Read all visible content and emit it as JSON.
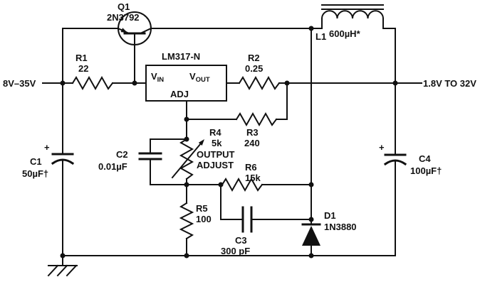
{
  "colors": {
    "ink": "#111111",
    "background": "#ffffff"
  },
  "terminals": {
    "input": "8V–35V",
    "output": "1.8V TO 32V"
  },
  "ic": {
    "name": "LM317-N",
    "pins": {
      "vin_main": "V",
      "vin_sub": "IN",
      "vout_main": "V",
      "vout_sub": "OUT",
      "adj": "ADJ"
    }
  },
  "components": {
    "q1": {
      "ref": "Q1",
      "part": "2N3792"
    },
    "r1": {
      "ref": "R1",
      "value": "22"
    },
    "r2": {
      "ref": "R2",
      "value": "0.25"
    },
    "r3": {
      "ref": "R3",
      "value": "240"
    },
    "r4": {
      "ref": "R4",
      "value": "5k",
      "function_line1": "OUTPUT",
      "function_line2": "ADJUST"
    },
    "r5": {
      "ref": "R5",
      "value": "100"
    },
    "r6": {
      "ref": "R6",
      "value": "15k"
    },
    "c1": {
      "ref": "C1",
      "value": "50µF†",
      "polarity": "+"
    },
    "c2": {
      "ref": "C2",
      "value": "0.01µF"
    },
    "c3": {
      "ref": "C3",
      "value": "300 pF"
    },
    "c4": {
      "ref": "C4",
      "value": "100µF†",
      "polarity": "+"
    },
    "d1": {
      "ref": "D1",
      "part": "1N3880"
    },
    "l1": {
      "ref": "L1",
      "value": "600µH*"
    }
  }
}
